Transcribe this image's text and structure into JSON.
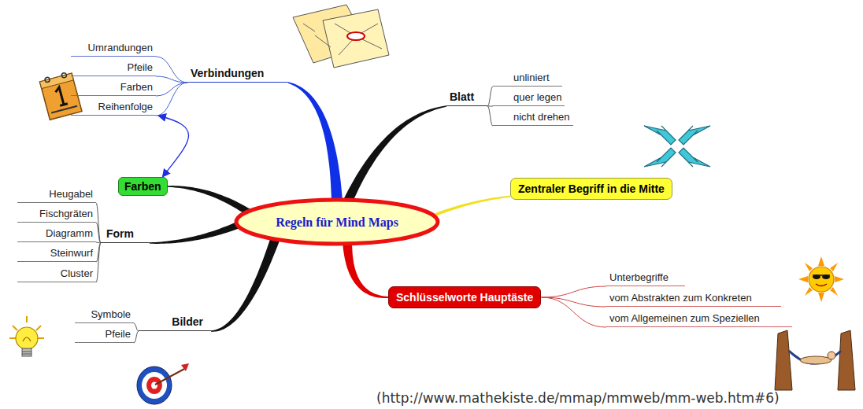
{
  "diagram": {
    "caption": "(http://www.mathekiste.de/mmap/mmweb/mm-web.htm#6)",
    "nodes": [
      {
        "text": [
          "Regeln für Mind Maps"
        ]
      },
      {
        "text": [
          "Verbindungen"
        ]
      },
      {
        "text": [
          "Umrandungen"
        ]
      },
      {
        "text": [
          "Pfeile"
        ]
      },
      {
        "text": [
          "Farben"
        ]
      },
      {
        "text": [
          "Reihenfolge"
        ]
      },
      {
        "text": [
          "Blatt"
        ]
      },
      {
        "text": [
          "unliniert"
        ]
      },
      {
        "text": [
          "quer legen"
        ]
      },
      {
        "text": [
          "nicht drehen"
        ]
      },
      {
        "text": [
          "Zentraler Begriff in die Mitte"
        ]
      },
      {
        "text": [
          "Schlüsselworte Hauptäste"
        ]
      },
      {
        "text": [
          "Unterbegriffe"
        ]
      },
      {
        "text": [
          "vom Abstrakten zum Konkreten"
        ]
      },
      {
        "text": [
          "vom Allgemeinen zum Speziellen"
        ]
      },
      {
        "text": [
          "Bilder"
        ]
      },
      {
        "text": [
          "Symbole"
        ]
      },
      {
        "text": [
          "Pfeile"
        ]
      },
      {
        "text": [
          "Form"
        ]
      },
      {
        "text": [
          "Heugabel"
        ]
      },
      {
        "text": [
          "Fischgräten"
        ]
      },
      {
        "text": [
          "Diagramm"
        ]
      },
      {
        "text": [
          "Steinwurf"
        ]
      },
      {
        "text": [
          "Cluster"
        ]
      },
      {
        "text": [
          "Farben"
        ]
      }
    ],
    "edges": [
      {
        "from": 0,
        "to": 1,
        "arrow": "none"
      },
      {
        "from": 1,
        "to": 2,
        "arrow": "none"
      },
      {
        "from": 1,
        "to": 3,
        "arrow": "none"
      },
      {
        "from": 1,
        "to": 4,
        "arrow": "none"
      },
      {
        "from": 1,
        "to": 5,
        "arrow": "none"
      },
      {
        "from": 0,
        "to": 6,
        "arrow": "none"
      },
      {
        "from": 6,
        "to": 7,
        "arrow": "none"
      },
      {
        "from": 6,
        "to": 8,
        "arrow": "none"
      },
      {
        "from": 6,
        "to": 9,
        "arrow": "none"
      },
      {
        "from": 0,
        "to": 10,
        "arrow": "none"
      },
      {
        "from": 0,
        "to": 11,
        "arrow": "none"
      },
      {
        "from": 11,
        "to": 12,
        "arrow": "none"
      },
      {
        "from": 11,
        "to": 13,
        "arrow": "none"
      },
      {
        "from": 11,
        "to": 14,
        "arrow": "none"
      },
      {
        "from": 0,
        "to": 15,
        "arrow": "none"
      },
      {
        "from": 15,
        "to": 16,
        "arrow": "none"
      },
      {
        "from": 15,
        "to": 17,
        "arrow": "none"
      },
      {
        "from": 0,
        "to": 18,
        "arrow": "none"
      },
      {
        "from": 18,
        "to": 19,
        "arrow": "none"
      },
      {
        "from": 18,
        "to": 20,
        "arrow": "none"
      },
      {
        "from": 18,
        "to": 21,
        "arrow": "none"
      },
      {
        "from": 18,
        "to": 22,
        "arrow": "none"
      },
      {
        "from": 18,
        "to": 23,
        "arrow": "none"
      },
      {
        "from": 0,
        "to": 24,
        "arrow": "none"
      },
      {
        "from": 5,
        "to": 24,
        "arrow": "both"
      }
    ]
  }
}
